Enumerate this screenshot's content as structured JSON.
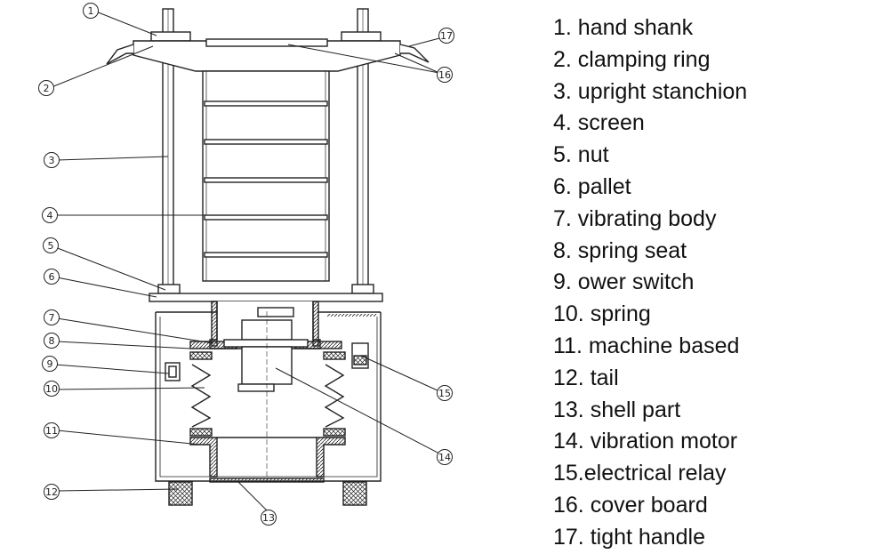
{
  "legend": {
    "items": [
      "1. hand shank",
      "2. clamping ring",
      "3. upright stanchion",
      "4. screen",
      "5. nut",
      "6. pallet",
      "7. vibrating body",
      "8. spring seat",
      "9. ower switch",
      "10. spring",
      "11. machine based",
      "12. tail",
      "13. shell part",
      "14. vibration motor",
      "15.electrical relay",
      "16. cover board",
      "17. tight handle"
    ]
  },
  "callouts": [
    "1",
    "2",
    "3",
    "4",
    "5",
    "6",
    "7",
    "8",
    "9",
    "10",
    "11",
    "12",
    "13",
    "14",
    "15",
    "16",
    "17"
  ]
}
